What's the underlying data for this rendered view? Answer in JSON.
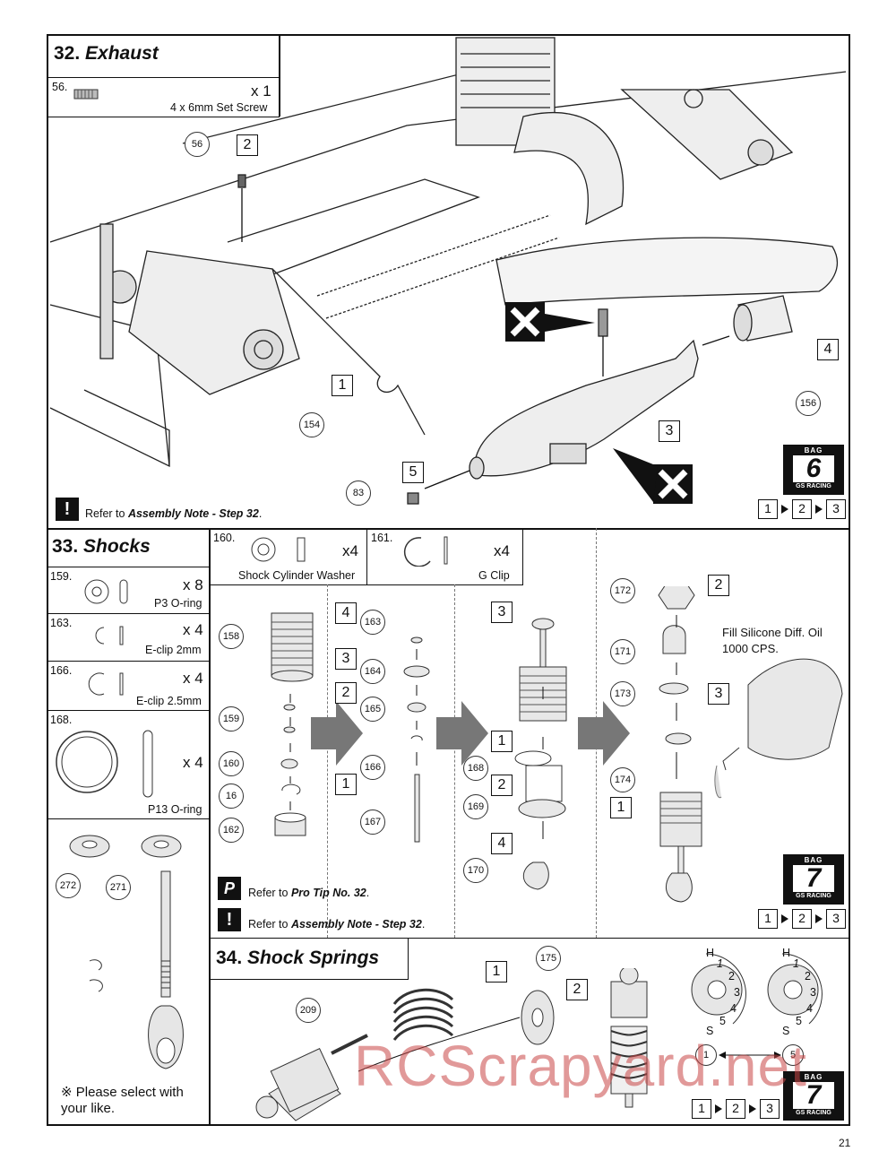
{
  "step32": {
    "number": "32.",
    "title": "Exhaust",
    "part": {
      "id": "56.",
      "qty": "x 1",
      "name": "4 x 6mm Set Screw"
    },
    "steps": [
      "1",
      "2",
      "3",
      "4",
      "5"
    ],
    "callouts": [
      "56",
      "154",
      "83",
      "156"
    ],
    "note_prefix": "Refer to ",
    "note_bold": "Assembly Note - Step 32",
    "note_suffix": ".",
    "bag": {
      "label": "BAG",
      "number": "6",
      "brand": "GS RACING"
    },
    "sequence": [
      "1",
      "2",
      "3"
    ]
  },
  "step33": {
    "number": "33.",
    "title": "Shocks",
    "parts": [
      {
        "id": "159.",
        "qty": "x 8",
        "name": "P3 O-ring"
      },
      {
        "id": "163.",
        "qty": "x 4",
        "name": "E-clip 2mm"
      },
      {
        "id": "166.",
        "qty": "x 4",
        "name": "E-clip 2.5mm"
      },
      {
        "id": "168.",
        "qty": "x 4",
        "name": "P13 O-ring"
      }
    ],
    "top_parts": [
      {
        "id": "160.",
        "qty": "x4",
        "name": "Shock Cylinder Washer"
      },
      {
        "id": "161.",
        "qty": "x4",
        "name": "G Clip"
      }
    ],
    "alt_callouts": [
      "272",
      "271"
    ],
    "alt_note": "※ Please select with your like.",
    "col1_callouts": [
      "158",
      "159",
      "160",
      "16",
      "162"
    ],
    "col2_callouts": [
      "163",
      "164",
      "165",
      "166",
      "167"
    ],
    "col2_steps": [
      "4",
      "3",
      "2",
      "1"
    ],
    "col3_callouts": [
      "168",
      "169",
      "170"
    ],
    "col3_steps": [
      "3",
      "1",
      "2",
      "4"
    ],
    "col4_callouts": [
      "172",
      "171",
      "173",
      "174"
    ],
    "col4_steps": [
      "2",
      "3",
      "1"
    ],
    "fill_note": "Fill Silicone Diff. Oil 1000 CPS.",
    "protip_prefix": "Refer to ",
    "protip_bold": "Pro Tip No. 32",
    "protip_suffix": ".",
    "note_prefix": "Refer to ",
    "note_bold": "Assembly Note - Step 32",
    "note_suffix": ".",
    "bag": {
      "label": "BAG",
      "number": "7",
      "brand": "GS RACING"
    },
    "sequence": [
      "1",
      "2",
      "3"
    ]
  },
  "step34": {
    "number": "34.",
    "title": "Shock Springs",
    "steps": [
      "1",
      "2"
    ],
    "callouts": [
      "209",
      "175"
    ],
    "dial_labels": [
      "H",
      "1",
      "2",
      "3",
      "4",
      "5",
      "S"
    ],
    "range_from": "1",
    "range_to": "5",
    "bag": {
      "label": "BAG",
      "number": "7",
      "brand": "GS RACING"
    },
    "sequence": [
      "1",
      "2",
      "3"
    ]
  },
  "watermark": "RCScrapyard.net",
  "page_number": "21"
}
